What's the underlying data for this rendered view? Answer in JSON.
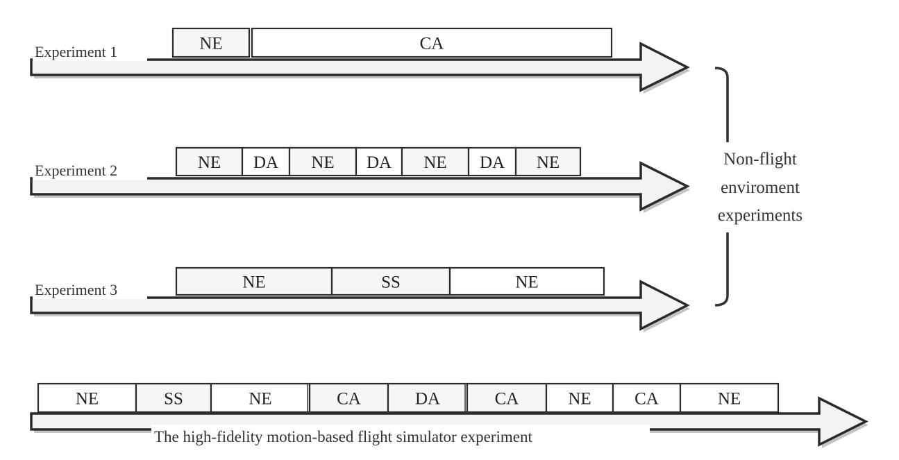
{
  "diagram": {
    "title": "Experiment timeline design",
    "legend_codes": [
      "NE",
      "CA",
      "DA",
      "SS"
    ],
    "colors": {
      "stroke": "#2b2b2b",
      "arrow_fill": "#f3f3f3",
      "shadow": "#c4c4c4",
      "segment_fill_light": "#f6f6f6",
      "segment_fill_white": "#ffffff",
      "text": "#222222"
    },
    "experiments": [
      {
        "label": "Experiment 1",
        "segments": [
          {
            "code": "NE",
            "shaded": true
          },
          {
            "code": "CA",
            "shaded": false
          }
        ]
      },
      {
        "label": "Experiment 2",
        "segments": [
          {
            "code": "NE",
            "shaded": true
          },
          {
            "code": "DA",
            "shaded": false
          },
          {
            "code": "NE",
            "shaded": true
          },
          {
            "code": "DA",
            "shaded": false
          },
          {
            "code": "NE",
            "shaded": true
          },
          {
            "code": "DA",
            "shaded": false
          },
          {
            "code": "NE",
            "shaded": true
          }
        ]
      },
      {
        "label": "Experiment 3",
        "segments": [
          {
            "code": "NE",
            "shaded": true
          },
          {
            "code": "SS",
            "shaded": true
          },
          {
            "code": "NE",
            "shaded": false
          }
        ]
      }
    ],
    "group_label": {
      "lines": [
        "Non-flight",
        "enviroment",
        "experiments"
      ]
    },
    "simulator": {
      "caption": "The high-fidelity motion-based flight simulator experiment",
      "segments": [
        {
          "code": "NE",
          "shaded": false
        },
        {
          "code": "SS",
          "shaded": true
        },
        {
          "code": "NE",
          "shaded": false
        },
        {
          "code": "CA",
          "shaded": true
        },
        {
          "code": "DA",
          "shaded": true
        },
        {
          "code": "CA",
          "shaded": true
        },
        {
          "code": "NE",
          "shaded": false
        },
        {
          "code": "CA",
          "shaded": false
        },
        {
          "code": "NE",
          "shaded": false
        }
      ]
    }
  }
}
